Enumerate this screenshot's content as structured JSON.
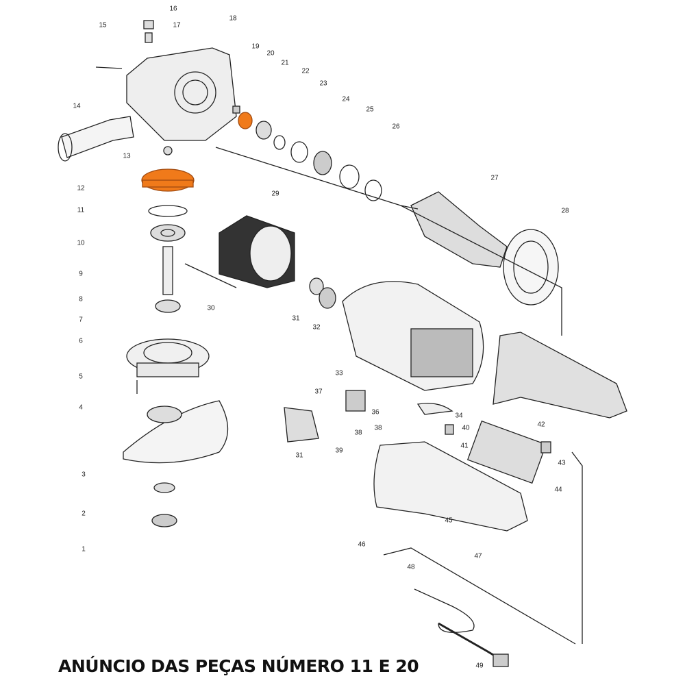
{
  "caption": "ANÚNCIO DAS PEÇAS NÚMERO 11 E 20",
  "highlight_color": "#f07a1a",
  "highlighted_parts": [
    "11",
    "20"
  ],
  "part_labels": [
    "1",
    "2",
    "3",
    "4",
    "5",
    "6",
    "7",
    "8",
    "9",
    "10",
    "11",
    "12",
    "13",
    "14",
    "15",
    "16",
    "17",
    "18",
    "19",
    "20",
    "21",
    "22",
    "23",
    "24",
    "25",
    "26",
    "27",
    "28",
    "29",
    "30",
    "31",
    "32",
    "33",
    "34",
    "36",
    "37",
    "38",
    "38",
    "39",
    "31",
    "40",
    "41",
    "42",
    "43",
    "44",
    "45",
    "46",
    "47",
    "48",
    "49"
  ]
}
